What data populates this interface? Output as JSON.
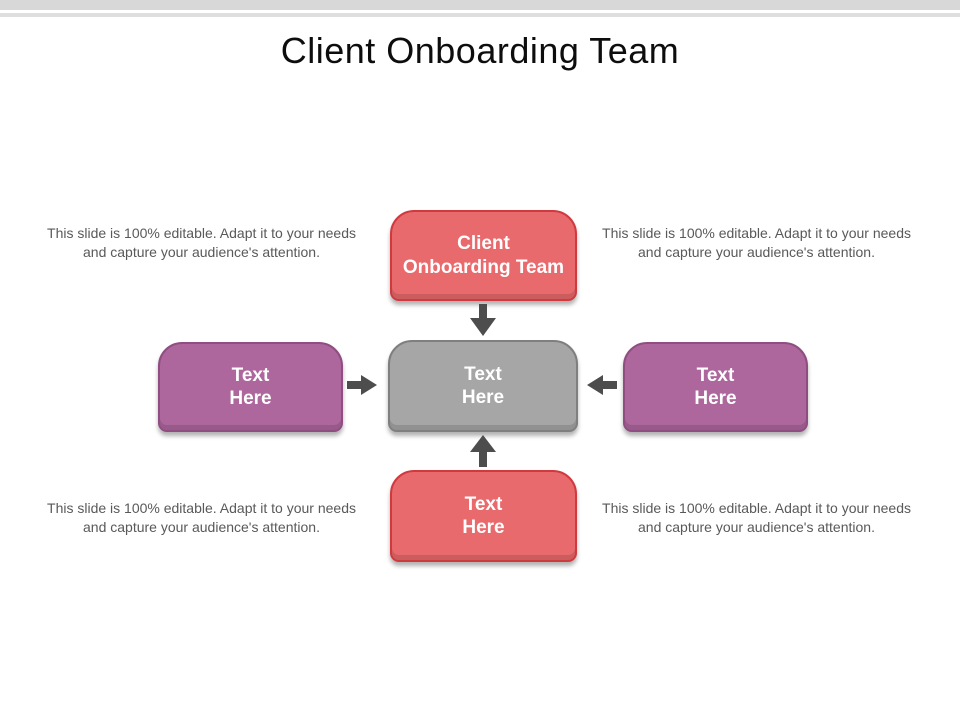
{
  "slide": {
    "title": "Client Onboarding Team"
  },
  "captions": {
    "top_left": "This slide is 100% editable. Adapt it to your needs and capture your audience's attention.",
    "top_right": "This slide is 100% editable. Adapt it to your needs and capture your audience's attention.",
    "bottom_left": "This slide is 100% editable. Adapt it to your needs and capture your audience's attention.",
    "bottom_right": "This slide is 100% editable. Adapt it to your needs and capture your audience's attention."
  },
  "diagram": {
    "top_box": {
      "label": "Client\nOnboarding Team"
    },
    "center_box": {
      "label": "Text\nHere"
    },
    "left_box": {
      "label": "Text\nHere"
    },
    "right_box": {
      "label": "Text\nHere"
    },
    "bottom_box": {
      "label": "Text\nHere"
    },
    "arrows": [
      "down",
      "up",
      "right",
      "left"
    ]
  },
  "colors": {
    "accent_red": "#e96a6d",
    "accent_red_border": "#cf3a3f",
    "accent_purple": "#ad679d",
    "accent_purple_border": "#8f4d82",
    "accent_gray": "#a6a6a6",
    "accent_gray_border": "#7f7f7f",
    "arrow": "#4d4d4d",
    "caption_text": "#595959",
    "title_text": "#0d0d0d",
    "top_stripe": "#d8d8d8"
  }
}
